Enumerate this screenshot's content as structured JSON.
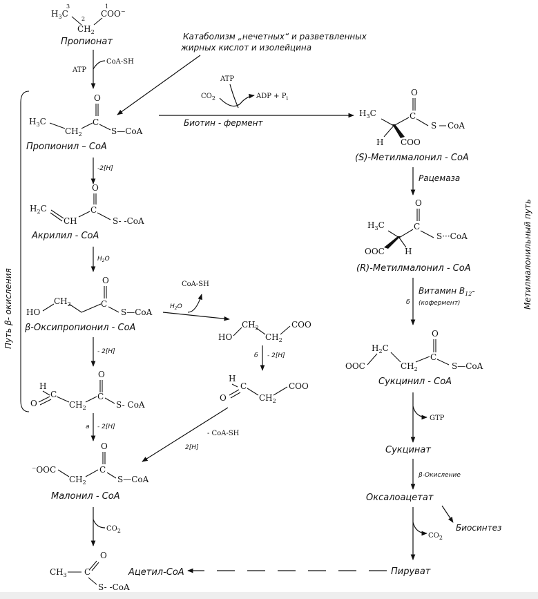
{
  "compounds": {
    "propionate": {
      "c3": "3",
      "c2": "2",
      "c1": "1",
      "h3c": "H",
      "h3c_sub": "3",
      "h3c_c": "C",
      "coo": "COO",
      "minus": "−",
      "ch2": "CH",
      "ch2_sub": "2",
      "name": "Пропионат"
    },
    "propionyl_coa": {
      "o": "O",
      "h3c": "H",
      "h3c_sub": "3",
      "h3c_c": "C",
      "ch2": "CH",
      "ch2_sub": "2",
      "c": "C",
      "scoa": "S—CoA",
      "name": "Пропионил – CoA"
    },
    "acrylyl_coa": {
      "o": "O",
      "h2c": "H",
      "h2c_sub": "2",
      "h2c_c": "C",
      "ch": "CH",
      "c": "C",
      "scoa": "S- -CoA",
      "name": "Акрилил -  CoA"
    },
    "hydroxypropionyl_coa": {
      "o": "O",
      "ho": "HO",
      "ch2": "CH",
      "ch2_sub": "2",
      "c": "C",
      "scoa": "S—CoA",
      "name": "β-Оксипропионил - CoA"
    },
    "hydroxypropionate": {
      "ho": "HO",
      "ch2": "CH",
      "ch2_sub": "2",
      "ch2b": "CH",
      "ch2b_sub": "2",
      "coo": "COO"
    },
    "malonyl_semialdehyde": {
      "h": "H",
      "o_left": "O",
      "c": "C",
      "ch2": "CH",
      "ch2_sub": "2",
      "o_top": "O",
      "scoa": "S-  CoA"
    },
    "malonate_semialdehyde": {
      "h": "H",
      "c": "C",
      "o_left": "O",
      "ch2": "CH",
      "ch2_sub": "2",
      "coo": "COO"
    },
    "malonyl_coa": {
      "o": "O",
      "ooc": "⁻OOC",
      "ch2": "CH",
      "ch2_sub": "2",
      "c": "C",
      "scoa": "S—CoA",
      "name": "Малонил - CoA"
    },
    "acetyl_coa": {
      "o": "O",
      "ch3": "CH",
      "ch3_sub": "3",
      "c": "C",
      "scoa": "S- -CoA",
      "name": "Ацетил-CoA"
    },
    "s_methylmalonyl_coa": {
      "o": "O",
      "h3c": "H",
      "h3c_sub": "3",
      "h3c_c": "C",
      "c": "C",
      "s": "S",
      "coa": "CoA",
      "h": "H",
      "coo": "COO",
      "name": "(S)-Метилмалонил - CoA"
    },
    "r_methylmalonyl_coa": {
      "o": "O",
      "h3c": "H",
      "h3c_sub": "3",
      "h3c_c": "C",
      "c": "C",
      "scoa": "S···CoA",
      "ooc": "OOC",
      "h": "H",
      "name": "(R)-Метилмалонил - CoA"
    },
    "succinyl_coa": {
      "o": "O",
      "h2c": "H",
      "h2c_sub": "2",
      "h2c_c": "C",
      "ooc": "OOC",
      "ch2": "CH",
      "ch2_sub": "2",
      "c": "C",
      "scoa": "S—CoA",
      "name": "Сукцинил - CoA"
    },
    "succinate": {
      "name": "Сукцинат"
    },
    "oxaloacetate": {
      "name": "Оксалоацетат"
    },
    "pyruvate": {
      "name": "Пируват"
    }
  },
  "reactions": {
    "r1": {
      "atp": "ATP",
      "coash": "CoA-SH"
    },
    "r2": {
      "minus2h": "-2[H]"
    },
    "r3": {
      "h2o": "H",
      "h2o_sub": "2",
      "h2o_o": "O"
    },
    "r4": {
      "minus2h": "- 2[H]"
    },
    "r5": {
      "a": "a",
      "minus2h": "- 2[H]"
    },
    "side1": {
      "coash": "CoA-SH",
      "h2o": "H",
      "h2o_sub": "2",
      "h2o_o": "O"
    },
    "side2": {
      "b": "б",
      "minus2h": "- 2[H]"
    },
    "side3": {
      "coash": "- CoA-SH",
      "twoh": "2[H]"
    },
    "carboxylation": {
      "atp": "ATP",
      "co2": "CO",
      "co2_sub": "2",
      "adp": "ADP + P",
      "p_sub": "i",
      "enzyme": "Биотин - фермент"
    },
    "racemase": {
      "label": "Рацемаза"
    },
    "mutase": {
      "b": "б",
      "label1": "Витамин B",
      "label1_sub": "12",
      "label1_dash": "-",
      "label2": "(кофермент)"
    },
    "gtp": {
      "label": "GTP"
    },
    "beta_ox": {
      "label": "β-Окисление"
    },
    "biosynth": {
      "label": "Биосинтез"
    },
    "co2_right": {
      "label": "CO",
      "sub": "2"
    },
    "co2_left": {
      "label": "CO",
      "sub": "2"
    }
  },
  "labels": {
    "catabolism_line1": "Катаболизм „нечетных“ и разветвленных",
    "catabolism_line2": "жирных кислот и изолейцина",
    "beta_path": "Путь  β- окисления",
    "methylmalonyl_path": "Метилмалонильный  путь"
  }
}
